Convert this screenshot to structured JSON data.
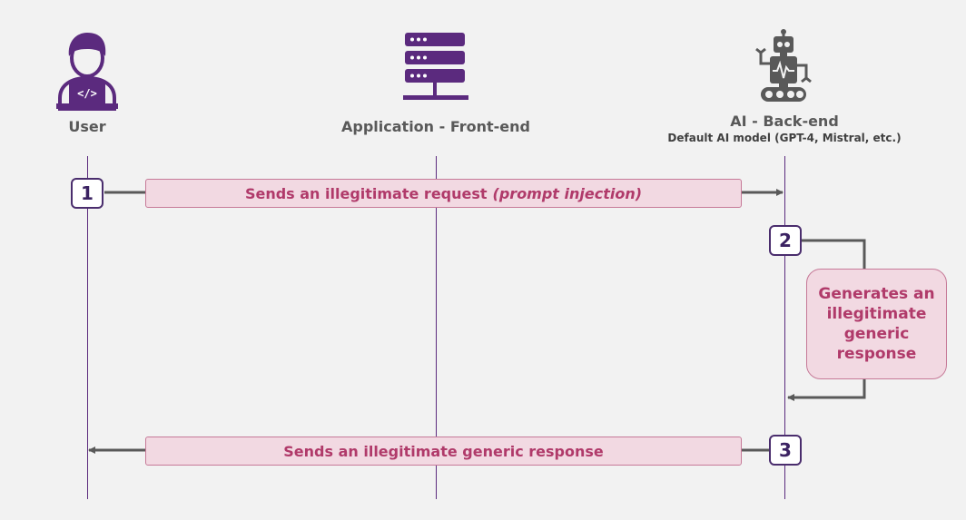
{
  "actors": {
    "user": {
      "label": "User",
      "icon": "user-laptop-icon"
    },
    "frontend": {
      "label": "Application - Front-end",
      "icon": "server-icon"
    },
    "backend": {
      "label": "AI - Back-end",
      "sublabel": "Default AI model (GPT-4, Mistral, etc.)",
      "icon": "robot-icon"
    }
  },
  "steps": {
    "s1": {
      "number": "1",
      "message": "Sends an illegitimate request",
      "message_emphasis": "(prompt injection)"
    },
    "s2": {
      "number": "2",
      "note": "Generates an illegitimate generic response"
    },
    "s3": {
      "number": "3",
      "message": "Sends an illegitimate generic response"
    }
  },
  "colors": {
    "accent": "#5b2a7e",
    "message_fill": "#f2d9e2",
    "message_text": "#b03a6a",
    "arrow": "#595959"
  }
}
